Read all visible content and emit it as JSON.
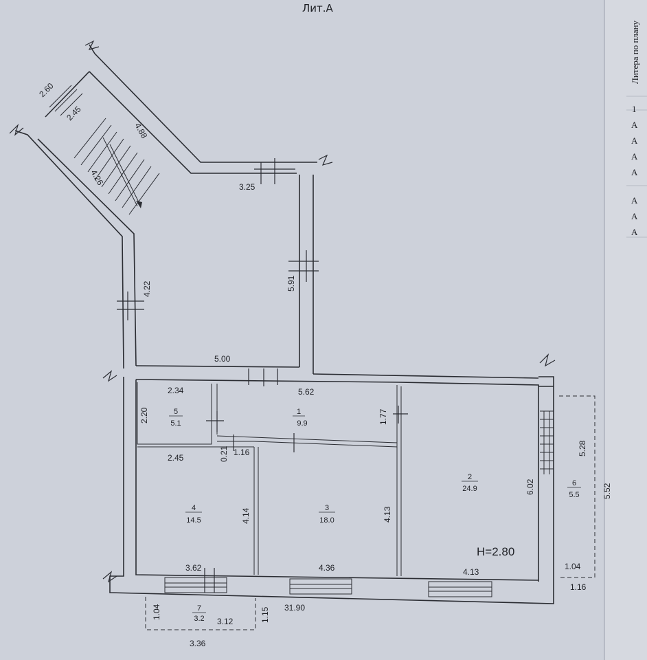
{
  "title": "Лит.А",
  "side_column": {
    "header": "Литера по плану",
    "letters": [
      "1",
      "A",
      "A",
      "A",
      "A",
      "A",
      "A",
      "A"
    ]
  },
  "height_label": "H=2.80",
  "rooms": [
    {
      "number": "1",
      "area": "9.9"
    },
    {
      "number": "2",
      "area": "24.9"
    },
    {
      "number": "3",
      "area": "18.0"
    },
    {
      "number": "4",
      "area": "14.5"
    },
    {
      "number": "5",
      "area": "5.1"
    },
    {
      "number": "6",
      "area": "5.5"
    },
    {
      "number": "7",
      "area": "3.2"
    }
  ],
  "dimensions": {
    "stair_width": "2.60",
    "stair_landing": "2.45",
    "stair_flight_a": "4.88",
    "stair_flight_b": "4.26",
    "top_wall": "3.25",
    "right_wall_upper": "5.91",
    "left_wall_upper": "4.22",
    "mid_wall": "5.00",
    "room5_width": "2.34",
    "room5_height": "2.20",
    "room1_width": "5.62",
    "room1_height": "1.77",
    "room4_width": "2.45",
    "small_a": "0.21",
    "small_b": "1.16",
    "room4_height": "4.14",
    "room3_height": "4.13",
    "room2_height": "6.02",
    "room6_height": "5.28",
    "outer_right": "5.52",
    "bottom_4": "3.62",
    "bottom_3": "4.36",
    "bottom_2": "4.13",
    "room6_width": "1.04",
    "outer_right_small": "1.16",
    "total": "31.90",
    "room7_depth": "1.04",
    "room7_width": "3.12",
    "room7_side": "1.15",
    "room7_total": "3.36"
  }
}
